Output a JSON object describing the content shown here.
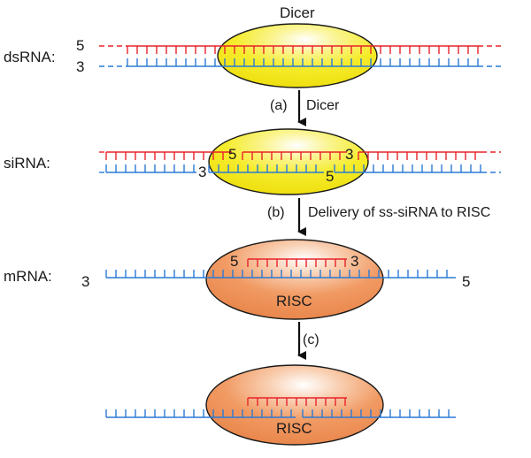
{
  "row_labels": {
    "dsrna": "dsRNA:",
    "sirna": "siRNA:",
    "mrna": "mRNA:"
  },
  "enzymes": {
    "dicer_top": "Dicer",
    "risc_1": "RISC",
    "risc_2": "RISC"
  },
  "steps": {
    "a": "(a)",
    "a_text": "Dicer",
    "b": "(b)",
    "b_text": "Delivery of ss-siRNA to RISC",
    "c": "(c)"
  },
  "ends": {
    "ds_top": "5",
    "ds_bottom": "3",
    "si_red_top": "5",
    "si_red_top_right": "3",
    "si_blue_left": "3",
    "si_blue_right": "5",
    "mrna_left": "3",
    "mrna_right": "5",
    "guide_left": "5",
    "guide_right": "3"
  },
  "colors": {
    "sense_strand": "#e8232a",
    "antisense_strand": "#2a7ad6",
    "dicer_fill": "#f5ec2a",
    "risc_fill": "#f19a63",
    "outline": "#1a1a1a"
  }
}
